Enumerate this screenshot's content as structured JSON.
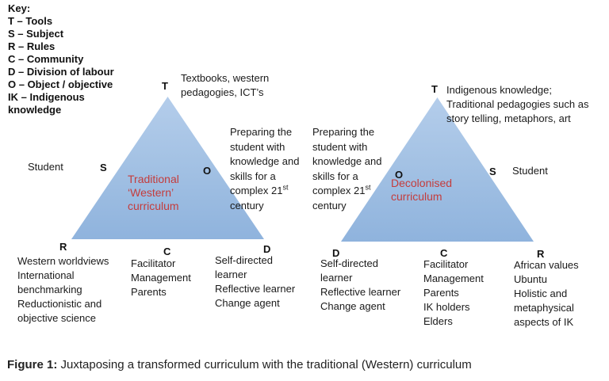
{
  "colors": {
    "triangle_fill_top": "#b4cdeb",
    "triangle_fill_bottom": "#8fb3dd",
    "accent_red": "#c43c3c"
  },
  "key": {
    "title": "Key:",
    "lines": [
      "T – Tools",
      "S – Subject",
      "R – Rules",
      "C – Community",
      "D – Division of labour",
      "O – Object / objective",
      "IK – Indigenous",
      "knowledge"
    ]
  },
  "vertex_labels": {
    "t": "T",
    "s": "S",
    "o": "O",
    "r": "R",
    "c": "C",
    "d": "D"
  },
  "left_triangle": {
    "center_lines": [
      "Traditional",
      "‘Western’",
      "curriculum"
    ],
    "tools_lines": [
      "Textbooks, western",
      "pedagogies, ICT’s"
    ],
    "subject_text": "Student",
    "object_note": {
      "lines_before": [
        "Preparing the",
        "student with",
        "knowledge and",
        "skills for a"
      ],
      "line_21": "complex 21",
      "superscript": "st",
      "line_last": "century"
    },
    "rules_lines": [
      "Western worldviews",
      "International",
      "benchmarking",
      "Reductionistic and",
      "objective science"
    ],
    "community_lines": [
      "Facilitator",
      "Management",
      "Parents"
    ],
    "division_lines": [
      "Self-directed",
      "learner",
      "Reflective learner",
      "Change agent"
    ]
  },
  "right_triangle": {
    "center_lines": [
      "Decolonised",
      "curriculum"
    ],
    "tools_lines": [
      "Indigenous knowledge;",
      "Traditional pedagogies such as",
      "story telling, metaphors, art"
    ],
    "subject_text": "Student",
    "object_note": {
      "lines_before": [
        "Preparing the",
        "student with",
        "knowledge and",
        "skills for a"
      ],
      "line_21": "complex 21",
      "superscript": "st",
      "line_last": "century"
    },
    "division_lines": [
      "Self-directed",
      "learner",
      "Reflective learner",
      "Change agent"
    ],
    "community_lines": [
      "Facilitator",
      "Management",
      "Parents",
      "IK holders",
      "Elders"
    ],
    "rules_lines": [
      "African values",
      "Ubuntu",
      "Holistic and",
      "metaphysical",
      "aspects of IK"
    ]
  },
  "caption": {
    "label": "Figure 1:",
    "text": " Juxtaposing a transformed curriculum with the traditional (Western) curriculum"
  }
}
